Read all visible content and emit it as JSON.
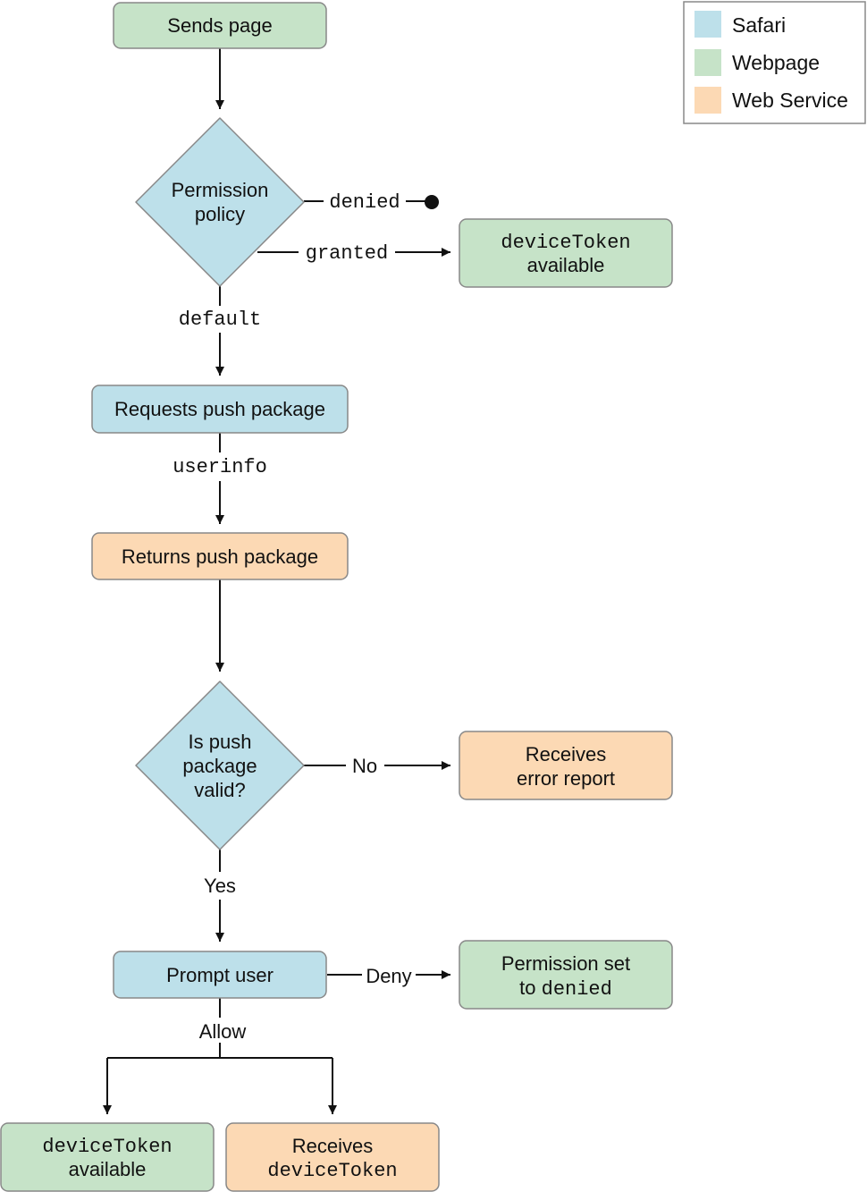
{
  "colors": {
    "safari": "#bde0ea",
    "webpage": "#c6e3c8",
    "web_service": "#fcd9b4",
    "stroke": "#888888",
    "line": "#111111"
  },
  "legend": {
    "safari": "Safari",
    "webpage": "Webpage",
    "web_service": "Web Service"
  },
  "nodes": {
    "sends_page": "Sends page",
    "permission_policy": [
      "Permission",
      "policy"
    ],
    "device_token_available_top": {
      "code": "deviceToken",
      "text": "available"
    },
    "requests_push_package": "Requests push package",
    "returns_push_package": "Returns push package",
    "is_push_package_valid": [
      "Is push",
      "package",
      "valid?"
    ],
    "receives_error_report": [
      "Receives",
      "error report"
    ],
    "prompt_user": "Prompt user",
    "permission_set_to_denied": {
      "text": "Permission set",
      "prefix": "to ",
      "code": "denied"
    },
    "device_token_available_bottom": {
      "code": "deviceToken",
      "text": "available"
    },
    "receives_device_token": {
      "text": "Receives",
      "code": "deviceToken"
    }
  },
  "edges": {
    "denied": "denied",
    "granted": "granted",
    "default": "default",
    "userinfo": "userinfo",
    "no": "No",
    "yes": "Yes",
    "deny": "Deny",
    "allow": "Allow"
  }
}
